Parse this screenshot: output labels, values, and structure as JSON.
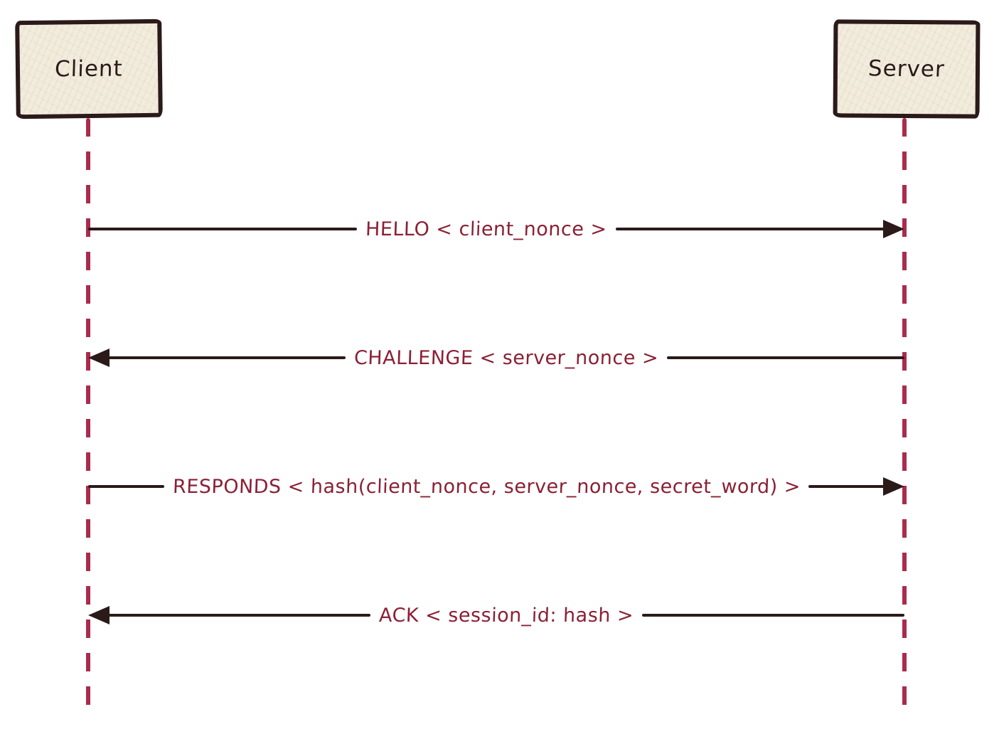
{
  "diagram": {
    "type": "sequence",
    "actors": [
      {
        "id": "client",
        "label": "Client"
      },
      {
        "id": "server",
        "label": "Server"
      }
    ],
    "messages": [
      {
        "label": "HELLO < client_nonce >",
        "from": "client",
        "to": "server",
        "direction": "right"
      },
      {
        "label": "CHALLENGE < server_nonce >",
        "from": "server",
        "to": "client",
        "direction": "left"
      },
      {
        "label": "RESPONDS < hash(client_nonce, server_nonce, secret_word) >",
        "from": "client",
        "to": "server",
        "direction": "right"
      },
      {
        "label": "ACK < session_id: hash >",
        "from": "server",
        "to": "client",
        "direction": "left"
      }
    ],
    "colors": {
      "line": "#2b1a1a",
      "lifeline": "#ab2b4d",
      "label": "#8a2135",
      "box_fill": "#f2ecdd",
      "box_border": "#2b1a1a",
      "background": "#ffffff"
    }
  }
}
